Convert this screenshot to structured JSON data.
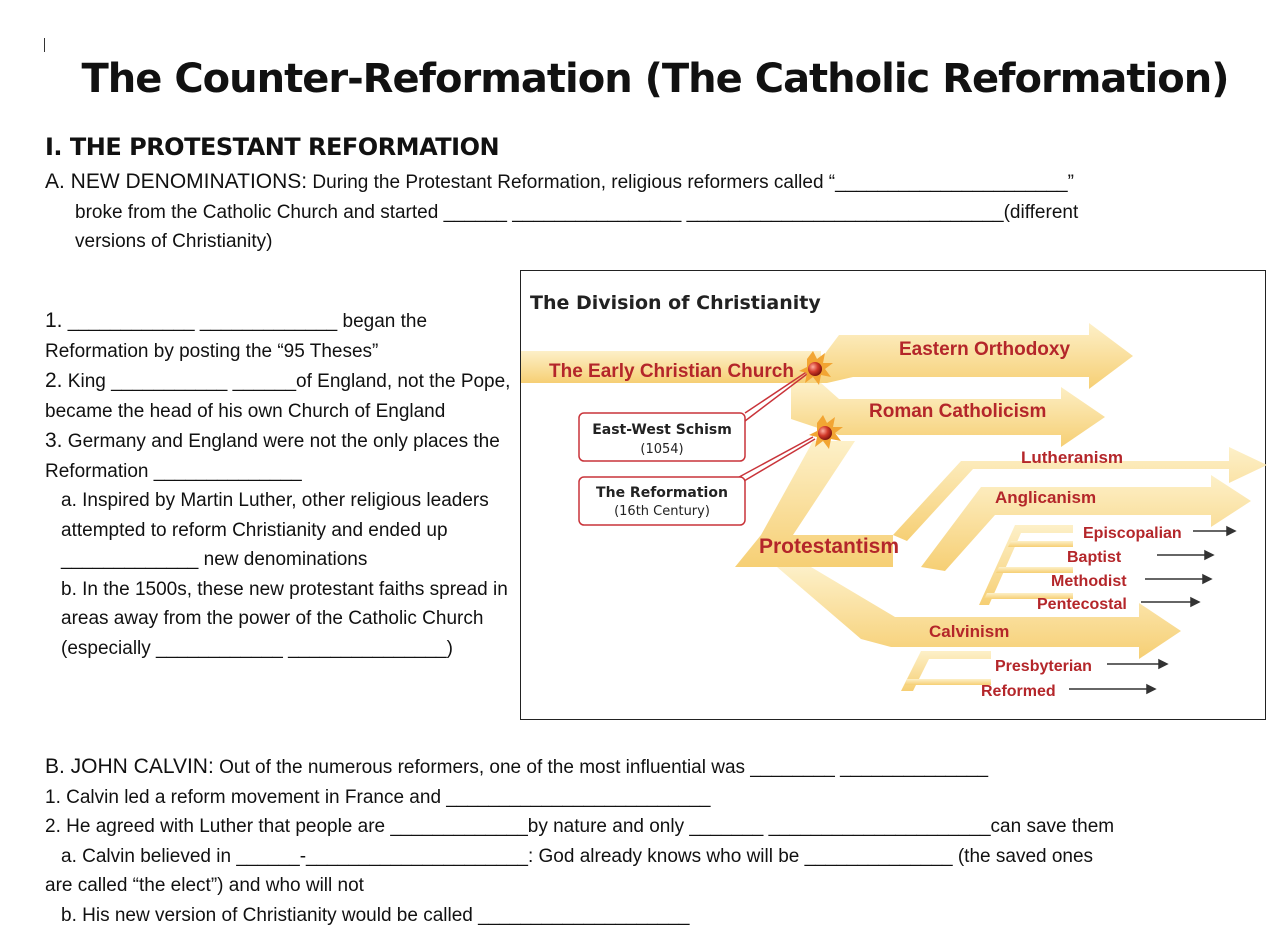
{
  "document": {
    "title": "The Counter-Reformation (The Catholic Reformation)",
    "section_heading": "I. THE PROTESTANT REFORMATION",
    "part_a": {
      "heading": "A. NEW DENOMINATIONS:",
      "line1": "During the Protestant Reformation, religious reformers called “______________________”",
      "line2": "broke from the Catholic Church and started ______ ________________ ______________________________(different",
      "line3": "versions of Christianity)"
    },
    "list": {
      "item1_num": "1.",
      "item1": "____________ _____________ began the Reformation by posting the “95 Theses”",
      "item2_num": "2.",
      "item2": "King ___________ ______of England, not the Pope, became the head of his own Church of England",
      "item3_num": "3.",
      "item3": "Germany and England were not the only places the Reformation ______________",
      "item3a": "a. Inspired by Martin Luther, other religious leaders attempted to reform Christianity and ended up _____________ new denominations",
      "item3b": "b. In the 1500s, these new protestant faiths spread in areas away from the power of the Catholic Church (especially ____________ _______________)"
    },
    "part_b": {
      "heading": "B. JOHN CALVIN:",
      "line1": "Out of the numerous reformers, one of the most influential was ________ ______________",
      "line2": "1. Calvin led a reform movement in France and _________________________",
      "line3": "2. He agreed with Luther that people are _____________by nature and only _______ _____________________can save them",
      "line4": "a. Calvin believed in ______-_____________________: God already knows who will be ______________ (the saved ones",
      "line5": "are called “the elect”) and who will not",
      "line6": "b. His new version of Christianity would be called ____________________"
    }
  },
  "figure": {
    "title": "The Division of Christianity",
    "early_church": "The Early Christian Church",
    "eastern_orthodoxy": "Eastern Orthodoxy",
    "roman_catholicism": "Roman Catholicism",
    "protestantism": "Protestantism",
    "lutheranism": "Lutheranism",
    "anglicanism": "Anglicanism",
    "episcopalian": "Episcopalian",
    "baptist": "Baptist",
    "methodist": "Methodist",
    "pentecostal": "Pentecostal",
    "calvinism": "Calvinism",
    "presbyterian": "Presbyterian",
    "reformed": "Reformed",
    "schism_label": "East-West Schism",
    "schism_date": "(1054)",
    "reformation_label": "The Reformation",
    "reformation_date": "(16th Century)",
    "colors": {
      "arrow_fill": "#f9d98a",
      "arrow_highlight": "#fdf0c8",
      "label_text": "#b4262a",
      "callout_border": "#c9343a"
    }
  }
}
